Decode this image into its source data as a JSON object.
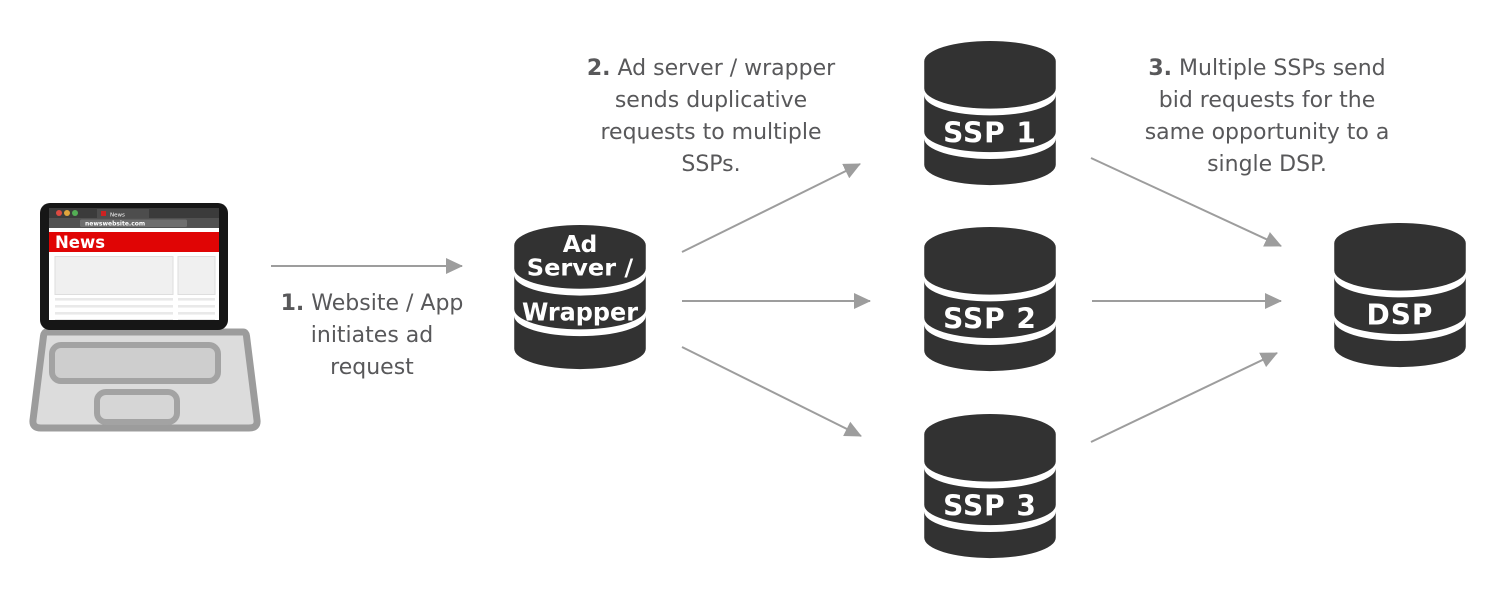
{
  "steps": [
    {
      "num": "1.",
      "line1": "Website / App",
      "line2": "initiates ad",
      "line3": "request"
    },
    {
      "num": "2.",
      "line1": "Ad server / wrapper",
      "line2": "sends duplicative",
      "line3": "requests to multiple",
      "line4": "SSPs."
    },
    {
      "num": "3.",
      "line1": "Multiple SSPs send",
      "line2": "bid requests for the",
      "line3": "same opportunity to a",
      "line4": "single DSP."
    }
  ],
  "nodes": {
    "ad_server": {
      "line1": "Ad",
      "line2": "Server /",
      "line3": "Wrapper"
    },
    "ssp1": {
      "label": "SSP 1"
    },
    "ssp2": {
      "label": "SSP 2"
    },
    "ssp3": {
      "label": "SSP 3"
    },
    "dsp": {
      "label": "DSP"
    }
  },
  "laptop": {
    "tab_title": "News",
    "url": "newswebsite.com",
    "site_heading": "News"
  },
  "colors": {
    "cylinder_fill": "#323232",
    "cylinder_label": "#ffffff",
    "arrow": "#9d9d9d",
    "step_text": "#58585a",
    "news_banner_red": "#e00505",
    "laptop_base_fill": "#dcdcdc",
    "laptop_base_border": "#9c9c9c",
    "browser_chrome_dark": "#3b3b3b",
    "traffic_light_red": "#dd4a41",
    "traffic_light_yellow": "#dfa43c",
    "traffic_light_green": "#53ae55"
  }
}
